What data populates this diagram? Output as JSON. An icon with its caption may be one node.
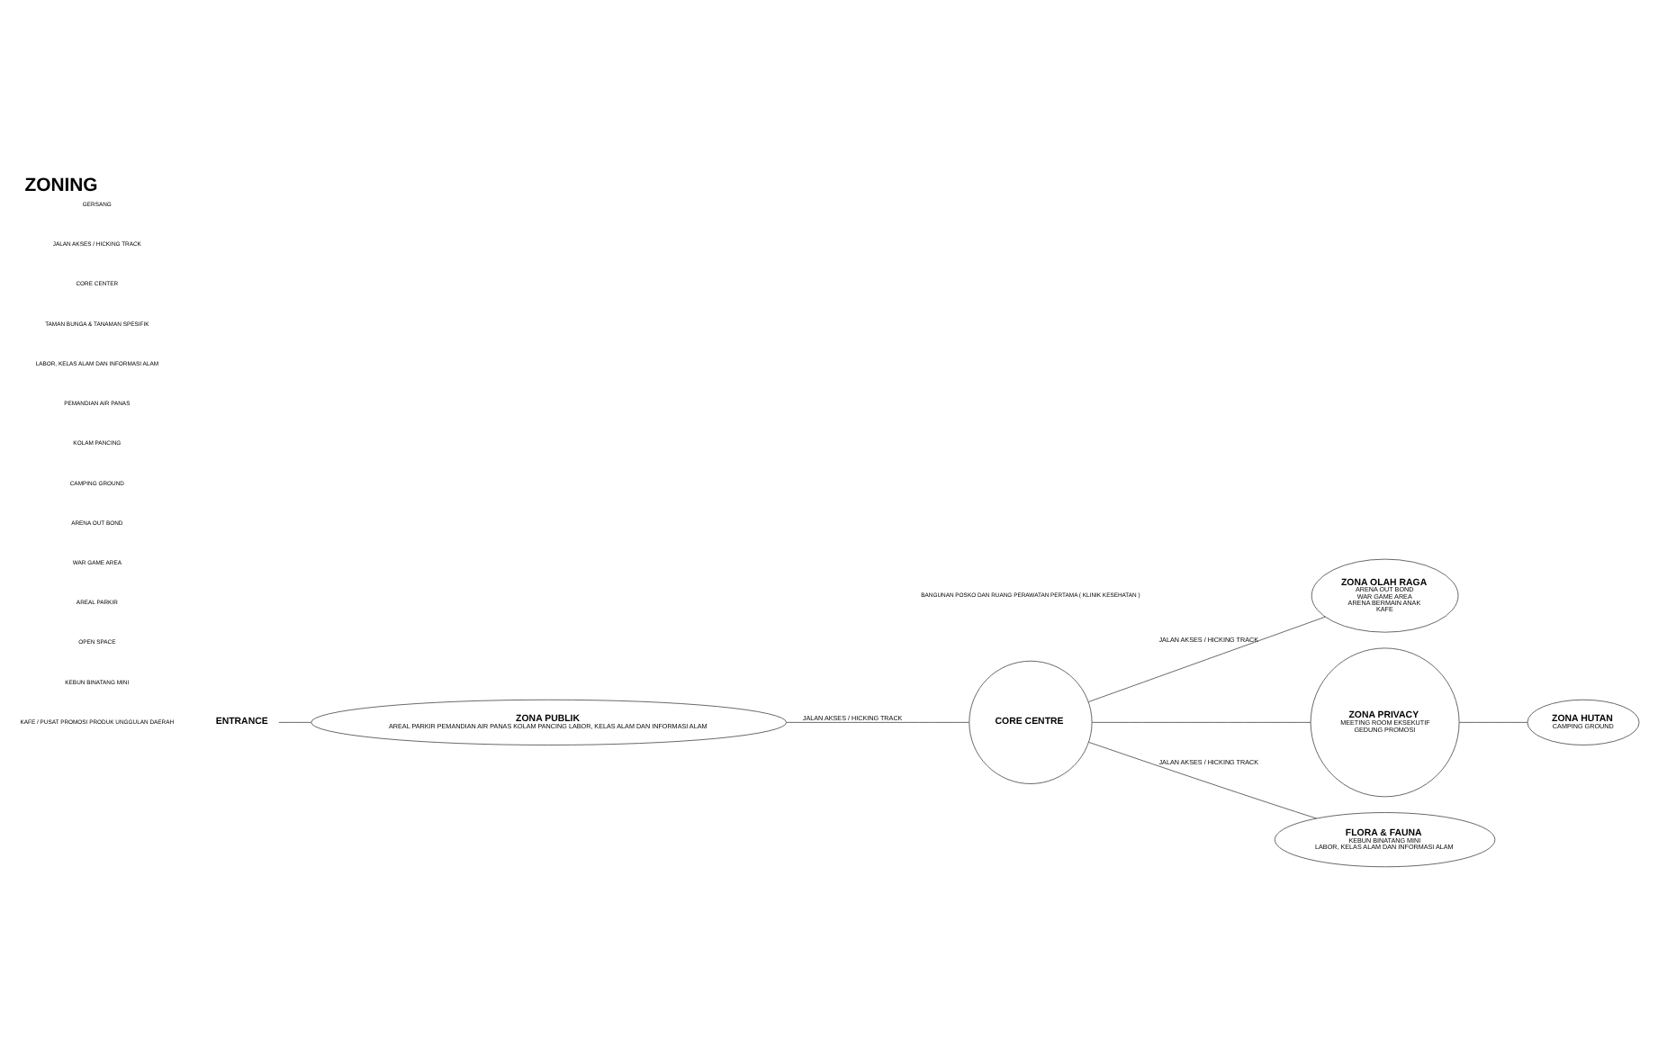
{
  "diagram": {
    "title": "ZONING",
    "nodes": [
      {
        "text": [
          "ENTRANCE"
        ]
      },
      {
        "text": [
          "ZONA PUBLIK",
          "AREAL PARKIR PEMANDIAN AIR PANAS KOLAM PANCING LABOR, KELAS ALAM DAN INFORMASI ALAM"
        ]
      },
      {
        "text": [
          "CORE CENTRE"
        ]
      },
      {
        "text": [
          "ZONA OLAH RAGA",
          "ARENA OUT BOND",
          "WAR GAME AREA",
          "ARENA BERMAIN ANAK",
          "KAFE"
        ]
      },
      {
        "text": [
          "ZONA PRIVACY",
          "MEETING ROOM EKSEKUTIF",
          "GEDUNG PROMOSI"
        ]
      },
      {
        "text": [
          "ZONA HUTAN",
          "CAMPING GROUND"
        ]
      },
      {
        "text": [
          "FLORA & FAUNA",
          "KEBUN BINATANG MINI",
          "LABOR, KELAS ALAM DAN INFORMASI ALAM"
        ]
      }
    ],
    "edges": [
      {
        "from": 0,
        "to": 1,
        "arrow": "none"
      },
      {
        "from": 1,
        "to": 2,
        "arrow": "none",
        "label": "JALAN AKSES / HICKING TRACK"
      },
      {
        "from": 3,
        "to": 2,
        "arrow": "none",
        "label": "JALAN AKSES / HICKING TRACK"
      },
      {
        "from": 2,
        "to": 4,
        "arrow": "none"
      },
      {
        "from": 4,
        "to": 5,
        "arrow": "none"
      },
      {
        "from": 2,
        "to": 6,
        "arrow": "none",
        "label": "JALAN AKSES / HICKING TRACK"
      }
    ],
    "labels": [
      "GERSANG",
      "JALAN AKSES / HICKING TRACK",
      "CORE CENTER",
      "TAMAN BUNGA & TANAMAN SPESIFIK",
      "LABOR, KELAS ALAM DAN INFORMASI ALAM",
      "PEMANDIAN AIR PANAS",
      "KOLAM PANCING",
      "CAMPING GROUND",
      "ARENA OUT BOND",
      "WAR GAME AREA",
      "AREAL PARKIR",
      "OPEN SPACE",
      "KEBUN BINATANG MINI",
      "KAFE / PUSAT PROMOSI PRODUK UNGGULAN DAERAH",
      "BANGUNAN POSKO DAN RUANG PERAWATAN PERTAMA ( KLINIK KESEHATAN )"
    ]
  }
}
